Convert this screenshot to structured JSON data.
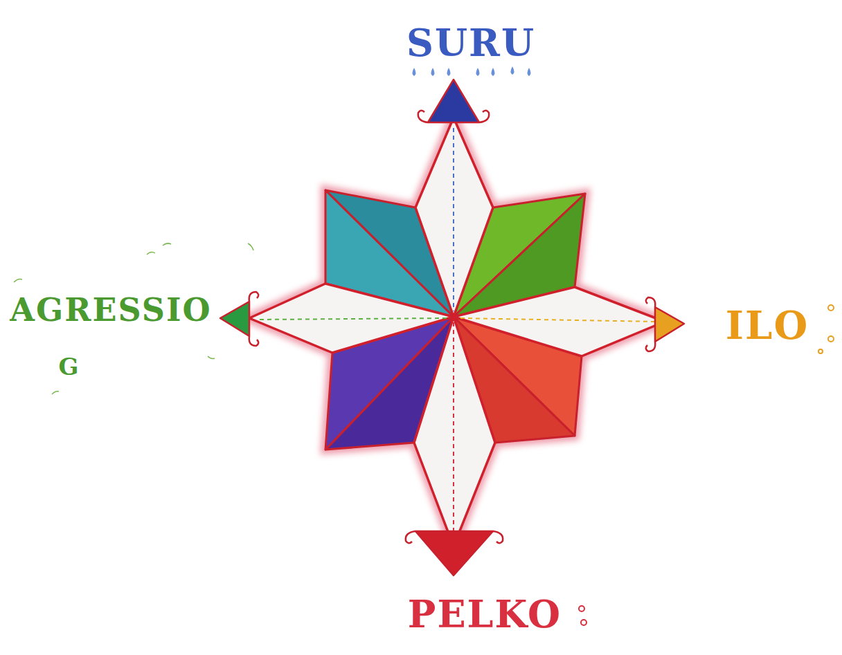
{
  "diagram": {
    "labels": [
      "SURU",
      "ILO",
      "PELKO",
      "AGRESSIO",
      "G"
    ]
  }
}
